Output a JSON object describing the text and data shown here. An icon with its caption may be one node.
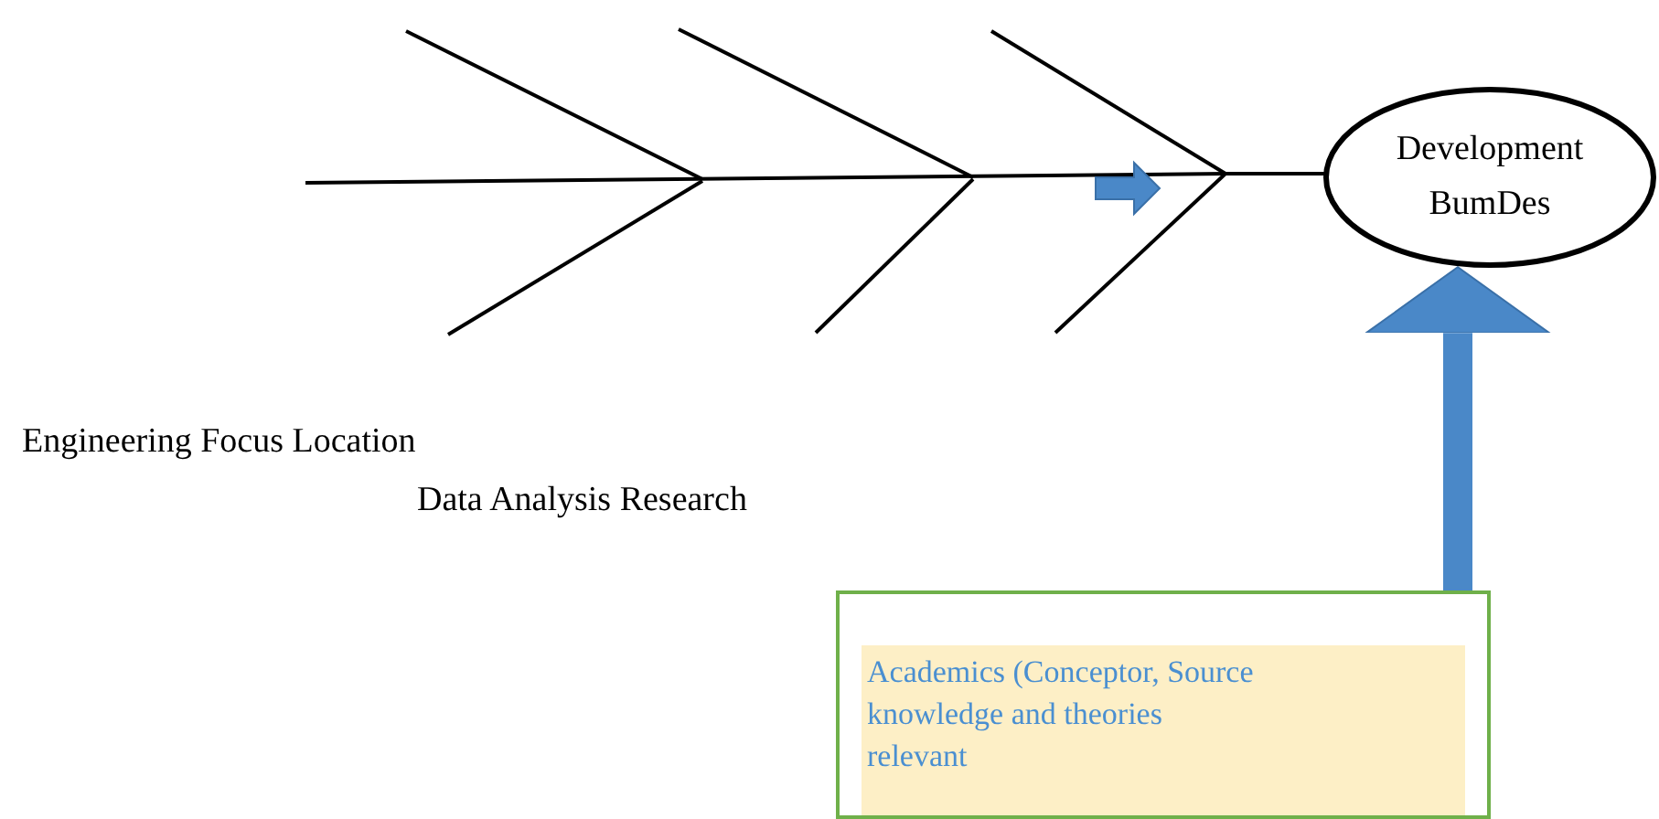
{
  "diagram": {
    "nodes": [
      {
        "text": [
          "Development BumDes"
        ]
      },
      {
        "text": [
          "Academics (Conceptor, Source knowledge and theories relevant"
        ]
      }
    ],
    "edges": [
      {
        "from": 1,
        "to": 0,
        "arrow": "to",
        "color": "#4a88c8"
      }
    ],
    "labels": [
      "Engineering Focus Location",
      "Data Analysis Research"
    ]
  }
}
